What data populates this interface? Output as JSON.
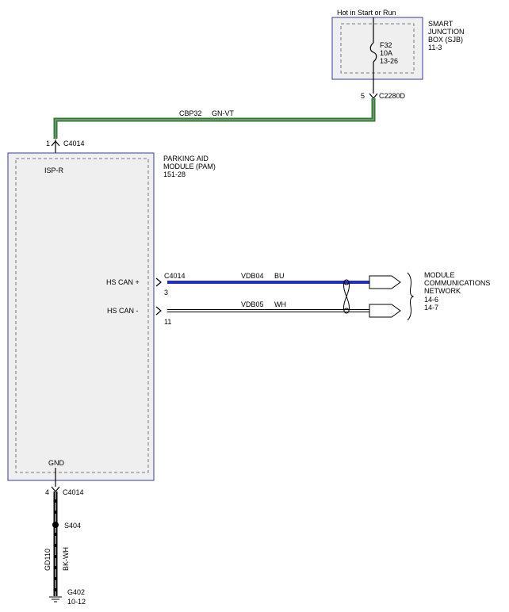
{
  "sjb": {
    "power_label": "Hot in Start or Run",
    "name_line1": "SMART",
    "name_line2": "JUNCTION",
    "name_line3": "BOX (SJB)",
    "ref": "11-3",
    "fuse_id": "F32",
    "fuse_rating": "10A",
    "fuse_ref": "13-26",
    "connector_pin": "5",
    "connector": "C2280D"
  },
  "wire_top": {
    "circuit": "CBP32",
    "color": "GN-VT",
    "color_hex_main": "#2e7d32",
    "color_hex_stripe": "#9e9e9e"
  },
  "pam": {
    "name_line1": "PARKING AID",
    "name_line2": "MODULE (PAM)",
    "ref": "151-28",
    "top_pin": "1",
    "top_connector": "C4014",
    "isp_label": "ISP-R",
    "hs_can_plus": "HS CAN +",
    "hs_can_minus": "HS CAN -",
    "can_connector": "C4014",
    "can_plus_pin": "3",
    "can_minus_pin": "11",
    "gnd_label": "GND",
    "gnd_pin": "4",
    "gnd_connector": "C4014"
  },
  "can_wires": {
    "plus_circuit": "VDB04",
    "plus_color": "BU",
    "plus_hex": "#1f2fb8",
    "minus_circuit": "VDB05",
    "minus_color": "WH"
  },
  "network": {
    "line1": "MODULE",
    "line2": "COMMUNICATIONS",
    "line3": "NETWORK",
    "ref1": "14-6",
    "ref2": "14-7"
  },
  "ground": {
    "splice": "S404",
    "circuit": "GD110",
    "color": "BK-WH",
    "ground_id": "G402",
    "ground_ref": "10-12"
  },
  "colors": {
    "module_border": "#3a3aa0",
    "module_fill": "#efefef"
  }
}
